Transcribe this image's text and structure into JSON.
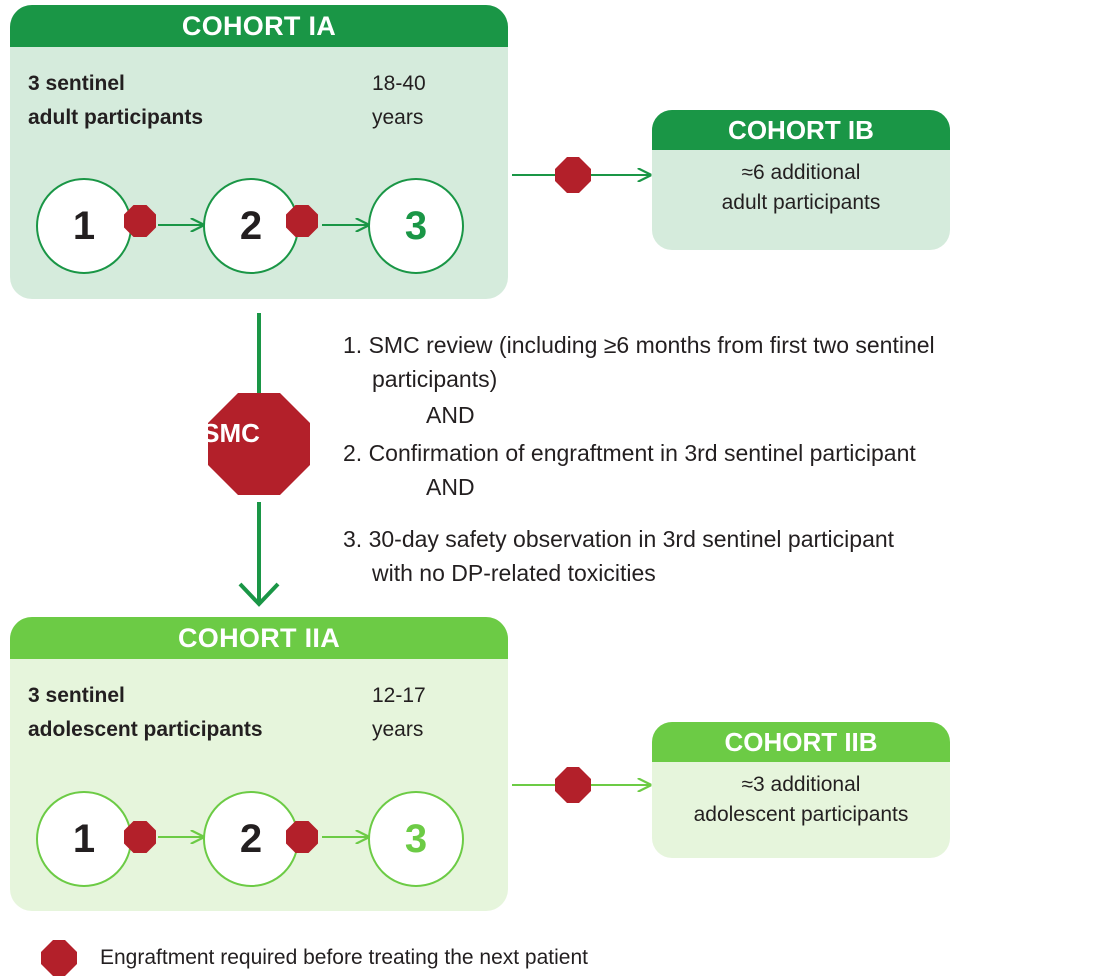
{
  "cohort_1a": {
    "title": "COHORT IA",
    "line1": "3 sentinel",
    "line2": "adult participants",
    "age1": "18-40",
    "age2": "years",
    "circles": [
      "1",
      "2",
      "3"
    ]
  },
  "cohort_1b": {
    "title": "COHORT IB",
    "line1": "≈6 additional",
    "line2": "adult participants"
  },
  "smc": {
    "label": "SMC",
    "criteria": [
      "1. SMC review (including ≥6 months from first two sentinel",
      "participants)",
      "AND",
      "2. Confirmation of engraftment in 3rd sentinel participant",
      "AND",
      "3. 30-day safety observation in 3rd sentinel participant",
      "with no DP-related toxicities"
    ]
  },
  "cohort_2a": {
    "title": "COHORT IIA",
    "line1": "3 sentinel",
    "line2": "adolescent participants",
    "age1": "12-17",
    "age2": "years",
    "circles": [
      "1",
      "2",
      "3"
    ]
  },
  "cohort_2b": {
    "title": "COHORT IIB",
    "line1": "≈3 additional",
    "line2": "adolescent participants"
  },
  "legend": {
    "text": "Engraftment required before treating the next patient"
  },
  "colors": {
    "dark_green": "#1a9646",
    "light_green": "#6ccb45",
    "stop_red": "#b3202a"
  }
}
